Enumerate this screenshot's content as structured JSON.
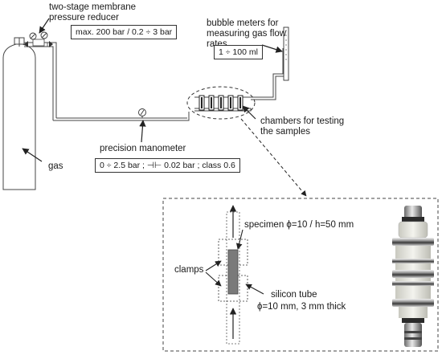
{
  "labels": {
    "reducer_line1": "two-stage membrane",
    "reducer_line2": "pressure reducer",
    "reducer_spec": "max. 200 bar / 0.2 ÷ 3 bar",
    "bubble_line1": "bubble meters for",
    "bubble_line2": "measuring gas flow",
    "bubble_line3": "rates",
    "bubble_spec": "1 ÷ 100 ml",
    "chambers_line1": "chambers for testing",
    "chambers_line2": "the samples",
    "manometer": "precision manometer",
    "manometer_spec": "0 ÷ 2.5 bar ; ⊣⊢ 0.02 bar ; class 0.6",
    "gas": "gas",
    "specimen": "specimen ϕ=10 / h=50 mm",
    "clamps": "clamps",
    "tube_line1": "silicon tube",
    "tube_line2": "ϕ=10 mm, 3 mm thick"
  },
  "colors": {
    "line": "#222222",
    "specimen_fill": "#7a7a7a",
    "frame_dash": "#444444"
  },
  "icons": {
    "cylinder": "gas-cylinder-icon",
    "valve": "valve-icon",
    "gauge": "gauge-icon",
    "photo": "test-chamber-photo"
  }
}
